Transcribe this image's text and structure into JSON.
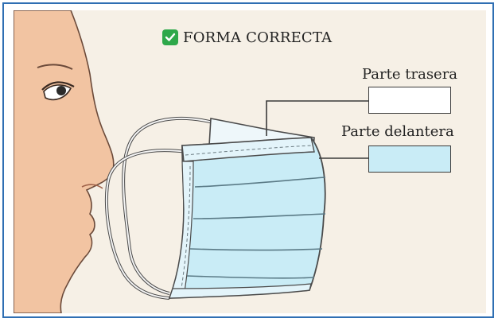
{
  "diagram": {
    "title": "FORMA CORRECTA",
    "callouts": [
      {
        "label": "Parte trasera",
        "swatch_color": "#ffffff"
      },
      {
        "label": "Parte delantera",
        "swatch_color": "#c9ecf6"
      }
    ]
  },
  "colors": {
    "frame_border": "#2f6fb3",
    "panel_bg": "#f6f0e6",
    "skin": "#f2c4a2",
    "mask_front": "#c9ecf6",
    "check_green": "#2ea84a"
  }
}
